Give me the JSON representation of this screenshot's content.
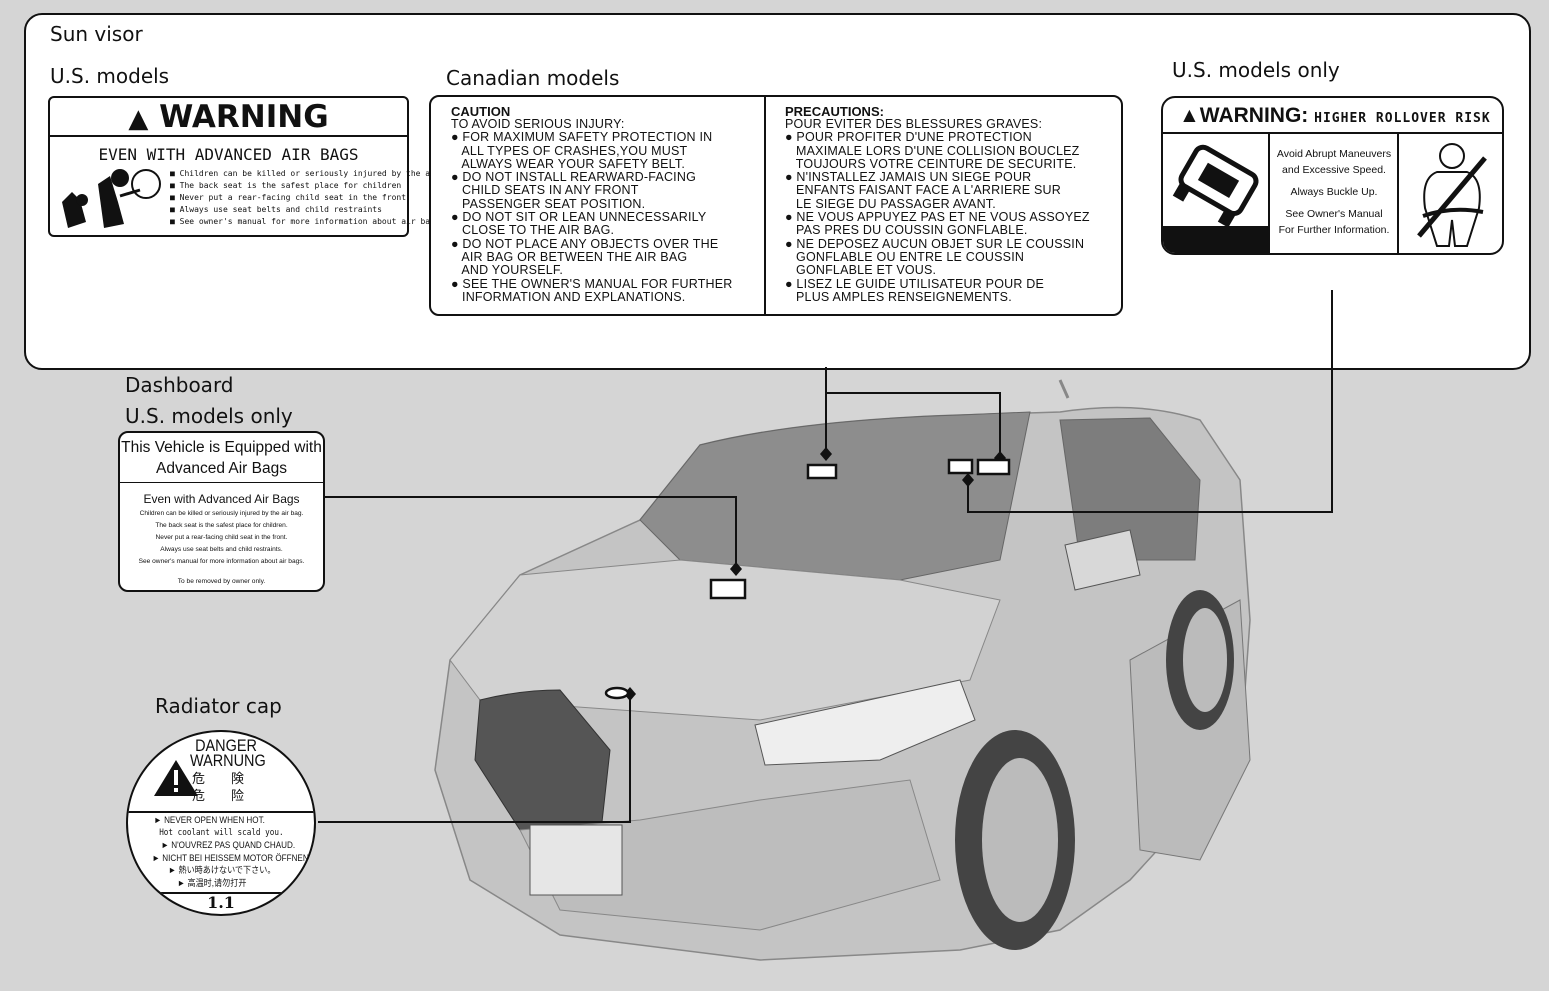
{
  "sun_visor": {
    "title": "Sun visor"
  },
  "us_models": {
    "title": "U.S. models",
    "label": {
      "heading": "WARNING",
      "subheading": "EVEN WITH ADVANCED AIR BAGS",
      "bullets": [
        "Children can be killed or seriously injured by the air bag",
        "The back seat is the safest place for children",
        "Never put a rear-facing child seat in the front",
        "Always use seat belts and child restraints",
        "See owner's manual for more information about air bags"
      ]
    }
  },
  "canadian_models": {
    "title": "Canadian models",
    "english": {
      "heading": "CAUTION",
      "body": "TO AVOID SERIOUS INJURY:\n● FOR MAXIMUM SAFETY PROTECTION IN\n   ALL TYPES OF CRASHES,YOU MUST\n   ALWAYS WEAR YOUR SAFETY BELT.\n● DO NOT INSTALL REARWARD-FACING\n   CHILD SEATS IN ANY FRONT\n   PASSENGER SEAT POSITION.\n● DO NOT SIT OR LEAN UNNECESSARILY\n   CLOSE TO THE AIR BAG.\n● DO NOT PLACE ANY OBJECTS OVER THE\n   AIR BAG OR BETWEEN THE AIR BAG\n   AND YOURSELF.\n● SEE THE OWNER'S MANUAL FOR FURTHER\n   INFORMATION AND EXPLANATIONS."
    },
    "french": {
      "heading": "PRECAUTIONS:",
      "body": "POUR EVITER DES BLESSURES GRAVES:\n● POUR PROFITER D'UNE PROTECTION\n   MAXIMALE LORS D'UNE COLLISION BOUCLEZ\n   TOUJOURS VOTRE CEINTURE DE SECURITE.\n● N'INSTALLEZ JAMAIS UN SIEGE POUR\n   ENFANTS FAISANT FACE A L'ARRIERE SUR\n   LE SIEGE DU PASSAGER AVANT.\n● NE VOUS APPUYEZ PAS ET NE VOUS ASSOYEZ\n   PAS PRES DU COUSSIN GONFLABLE.\n● NE DEPOSEZ AUCUN OBJET SUR LE COUSSIN\n   GONFLABLE OU ENTRE LE COUSSIN\n   GONFLABLE ET VOUS.\n● LISEZ LE GUIDE UTILISATEUR POUR DE\n   PLUS AMPLES RENSEIGNEMENTS."
    }
  },
  "us_models_only_visor": {
    "title": "U.S. models only",
    "label": {
      "heading": "WARNING:",
      "subheading": "HIGHER ROLLOVER RISK",
      "lines": [
        "Avoid Abrupt Maneuvers",
        "and Excessive Speed.",
        "Always Buckle Up.",
        "See Owner's Manual",
        "For Further Information."
      ]
    }
  },
  "dashboard": {
    "title": "Dashboard",
    "subtitle": "U.S. models only",
    "label": {
      "top": [
        "This Vehicle is Equipped with",
        "Advanced Air Bags"
      ],
      "heading": "Even with Advanced Air Bags",
      "lines": [
        "Children can be killed or seriously injured by the air bag.",
        "The back seat is the safest place for children.",
        "Never put a rear-facing child seat in the front.",
        "Always use seat belts and child restraints.",
        "See owner's manual for more information about air bags."
      ],
      "footer": "To be removed by owner only."
    }
  },
  "radiator_cap": {
    "title": "Radiator cap",
    "label": {
      "headings": [
        "DANGER",
        "WARNUNG",
        "危　　険",
        "危　　险"
      ],
      "lines": [
        "► NEVER OPEN WHEN HOT.",
        "Hot coolant will scald you.",
        "► N'OUVREZ PAS QUAND CHAUD.",
        "► NICHT BEI HEISSEM MOTOR ÖFFNEN.",
        "►  熱い時あけないで下さい。",
        "►  高温时,请勿打开"
      ],
      "pressure": "1.1"
    }
  }
}
